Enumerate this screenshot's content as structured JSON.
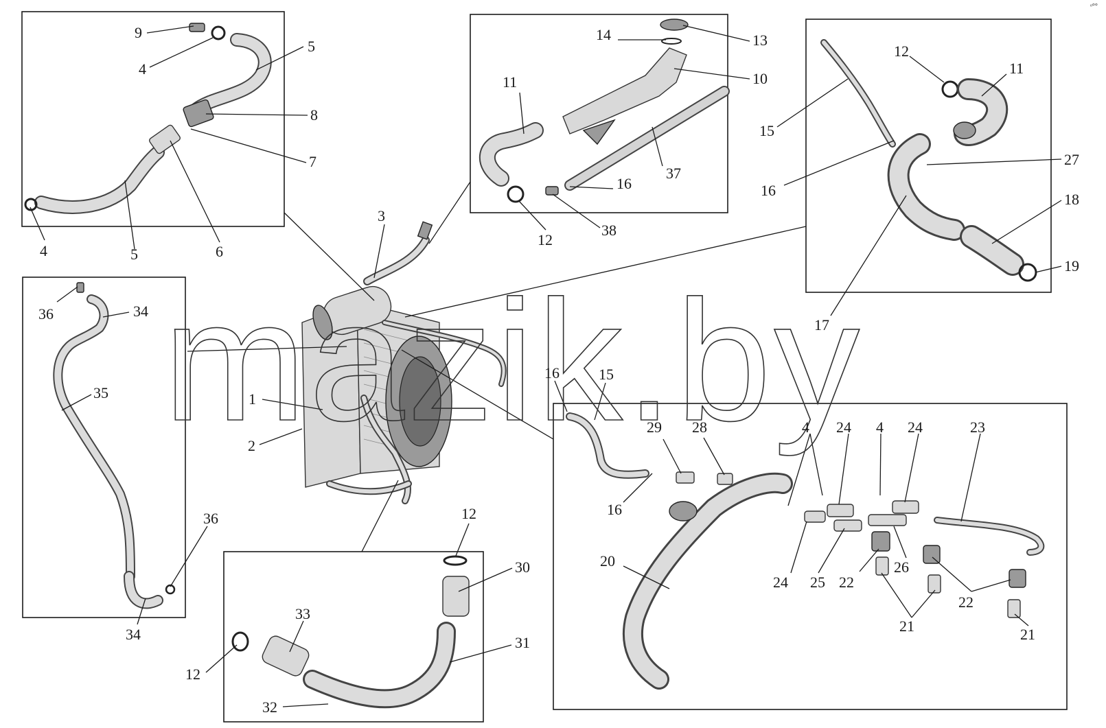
{
  "watermark": "mazik.by",
  "corner_mark": "ᵒ°°",
  "labels": {
    "p1": "1",
    "p2": "2",
    "p3": "3",
    "pa9": "9",
    "pa4a": "4",
    "pa5a": "5",
    "pa8": "8",
    "pa7": "7",
    "pa4b": "4",
    "pa5b": "5",
    "pa6": "6",
    "pb14": "14",
    "pb13": "13",
    "pb10": "10",
    "pb11": "11",
    "pb37": "37",
    "pb16": "16",
    "pb12": "12",
    "pb38": "38",
    "pc12": "12",
    "pc11": "11",
    "pc15": "15",
    "pc16": "16",
    "pc27": "27",
    "pc18": "18",
    "pc19": "19",
    "pc17": "17",
    "pd36a": "36",
    "pd34a": "34",
    "pd35": "35",
    "pd36b": "36",
    "pd34b": "34",
    "pe12a": "12",
    "pe30": "30",
    "pe33": "33",
    "pe31": "31",
    "pe12b": "12",
    "pe32": "32",
    "pf16a": "16",
    "pf15": "15",
    "pf29": "29",
    "pf28": "28",
    "pf4a": "4",
    "pf24a": "24",
    "pf4b": "4",
    "pf24b": "24",
    "pf23": "23",
    "pf16b": "16",
    "pf20": "20",
    "pf24c": "24",
    "pf25": "25",
    "pf22a": "22",
    "pf26": "26",
    "pf22b": "22",
    "pf21a": "21",
    "pf21b": "21"
  }
}
